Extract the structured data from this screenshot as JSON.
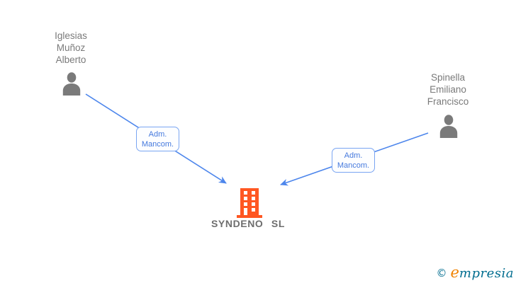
{
  "diagram": {
    "nodes": {
      "person1": {
        "type": "person",
        "name": "Iglesias Muñoz Alberto",
        "name_lines": {
          "l1": "Iglesias",
          "l2": "Muñoz",
          "l3": "Alberto"
        }
      },
      "person2": {
        "type": "person",
        "name": "Spinella Emiliano Francisco",
        "name_lines": {
          "l1": "Spinella",
          "l2": "Emiliano",
          "l3": "Francisco"
        }
      },
      "company": {
        "type": "company",
        "label": "SYNDENO SL"
      }
    },
    "edges": {
      "edge1": {
        "from": "person1",
        "to": "company",
        "label": {
          "l1": "Adm.",
          "l2": "Mancom."
        }
      },
      "edge2": {
        "from": "person2",
        "to": "company",
        "label": {
          "l1": "Adm.",
          "l2": "Mancom."
        }
      }
    }
  },
  "footer": {
    "copyright_symbol": "©",
    "brand_first_letter": "e",
    "brand_rest": "mpresia"
  },
  "colors": {
    "edge_blue": "#4d86ec",
    "edge_label_border": "#7aa5f2",
    "edge_label_text": "#4579dd",
    "node_gray": "#7a7a7a",
    "company_orange": "#ff5722",
    "brand_teal": "#006d8f",
    "brand_orange": "#f08200",
    "background": "#ffffff"
  }
}
